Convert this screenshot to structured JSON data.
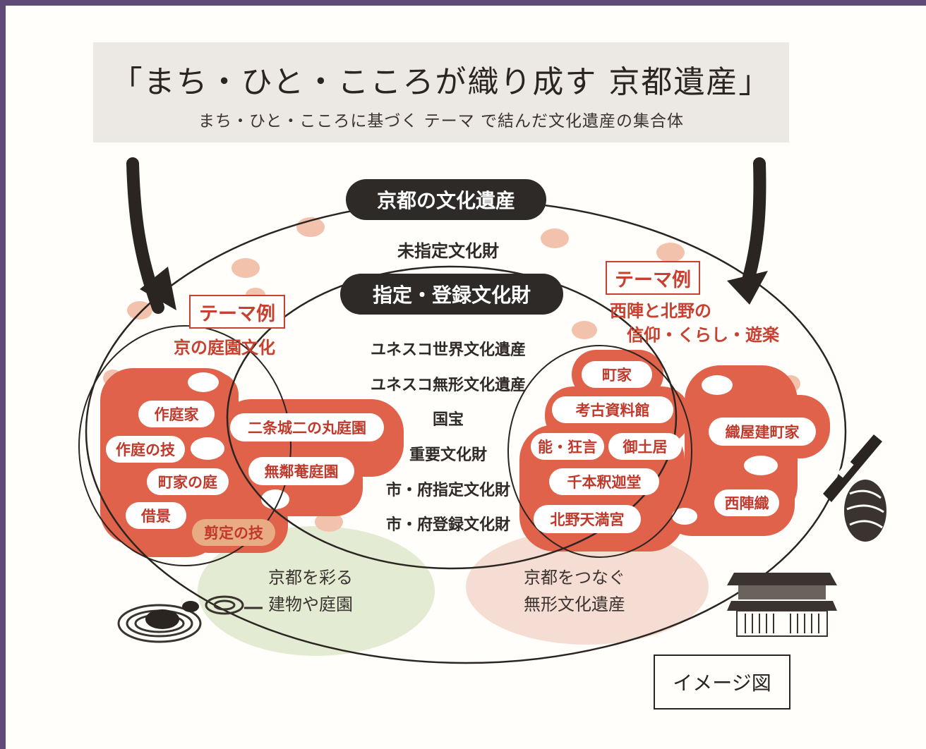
{
  "title": {
    "main": "「まち・ひと・こころが織り成す 京都遺産」",
    "subtitle": "まち・ひと・こころに基づく テーマ で結んだ文化遺産の集合体"
  },
  "outer_circle": {
    "label": "京都の文化遺産",
    "unlisted_label": "未指定文化財"
  },
  "inner_circle": {
    "label": "指定・登録文化財",
    "items": [
      "ユネスコ世界文化遺産",
      "ユネスコ無形文化遺産",
      "国宝",
      "重要文化財",
      "市・府指定文化財",
      "市・府登録文化財"
    ]
  },
  "left_theme": {
    "badge": "テーマ例",
    "name": "京の庭園文化",
    "items": [
      "作庭家",
      "作庭の技",
      "町家の庭",
      "借景",
      "剪定の技",
      "二条城二の丸庭園",
      "無鄰菴庭園"
    ]
  },
  "right_theme": {
    "badge": "テーマ例",
    "name_line1": "西陣と北野の",
    "name_line2": "信仰・くらし・遊楽",
    "items": [
      "町家",
      "考古資料館",
      "能・狂言",
      "御土居",
      "千本釈迦堂",
      "北野天満宮",
      "織屋建町家",
      "西陣織"
    ]
  },
  "bottom_blobs": {
    "left_line1": "京都を彩る",
    "left_line2": "建物や庭園",
    "right_line1": "京都をつなぐ",
    "right_line2": "無形文化遺産"
  },
  "legend": "イメージ図",
  "colors": {
    "frame": "#5f4a78",
    "title_band": "#ece9e4",
    "accent_red": "#c8402f",
    "blob_red": "#e0624a",
    "dark_pill": "#2e2a27",
    "green_blob": "#e3ebd3",
    "pink_blob": "#f6ddd4",
    "dot": "#f2c2ad"
  }
}
